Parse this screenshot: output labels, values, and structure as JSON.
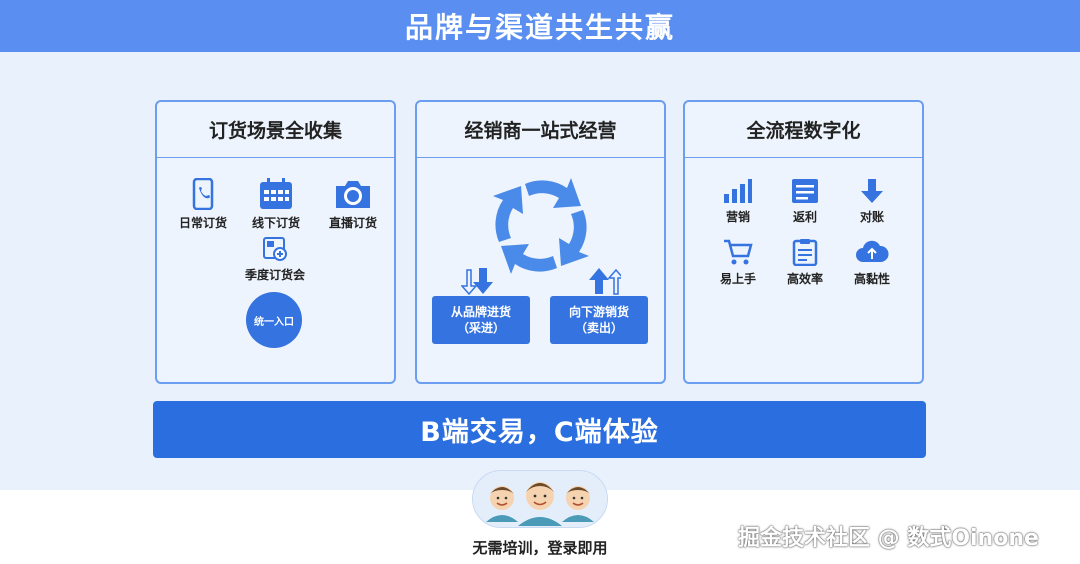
{
  "header": {
    "title": "品牌与渠道共生共赢"
  },
  "panels": [
    {
      "title": "订货场景全收集",
      "items": [
        {
          "label": "日常订货",
          "icon": "phone-icon"
        },
        {
          "label": "线下订货",
          "icon": "calendar-icon"
        },
        {
          "label": "直播订货",
          "icon": "camera-icon"
        },
        {
          "label": "季度订货会",
          "icon": "season-order-icon"
        }
      ],
      "button": "统一入口"
    },
    {
      "title": "经销商一站式经营",
      "cycle_icon": "cycle-arrows-icon",
      "flows": [
        {
          "line1": "从品牌进货",
          "line2": "（采进）",
          "icon": "down-arrows-icon"
        },
        {
          "line1": "向下游销货",
          "line2": "（卖出）",
          "icon": "up-arrows-icon"
        }
      ]
    },
    {
      "title": "全流程数字化",
      "items": [
        {
          "label": "营销",
          "icon": "bar-chart-icon"
        },
        {
          "label": "返利",
          "icon": "rebate-icon"
        },
        {
          "label": "对账",
          "icon": "download-arrow-icon"
        },
        {
          "label": "易上手",
          "icon": "cart-icon"
        },
        {
          "label": "高效率",
          "icon": "clipboard-icon"
        },
        {
          "label": "高黏性",
          "icon": "cloud-upload-icon"
        }
      ]
    }
  ],
  "bottom_bar": {
    "text": "B端交易，C端体验"
  },
  "footer": {
    "caption": "无需培训，登录即用",
    "avatars_icon": "people-avatars-icon"
  },
  "watermark": "掘金技术社区 @ 数式Oinone",
  "colors": {
    "banner": "#5a8ef0",
    "accent": "#3573e0",
    "bar": "#2a6ee0",
    "panel_border": "#6b9df0",
    "background": "#e8f1fc"
  }
}
